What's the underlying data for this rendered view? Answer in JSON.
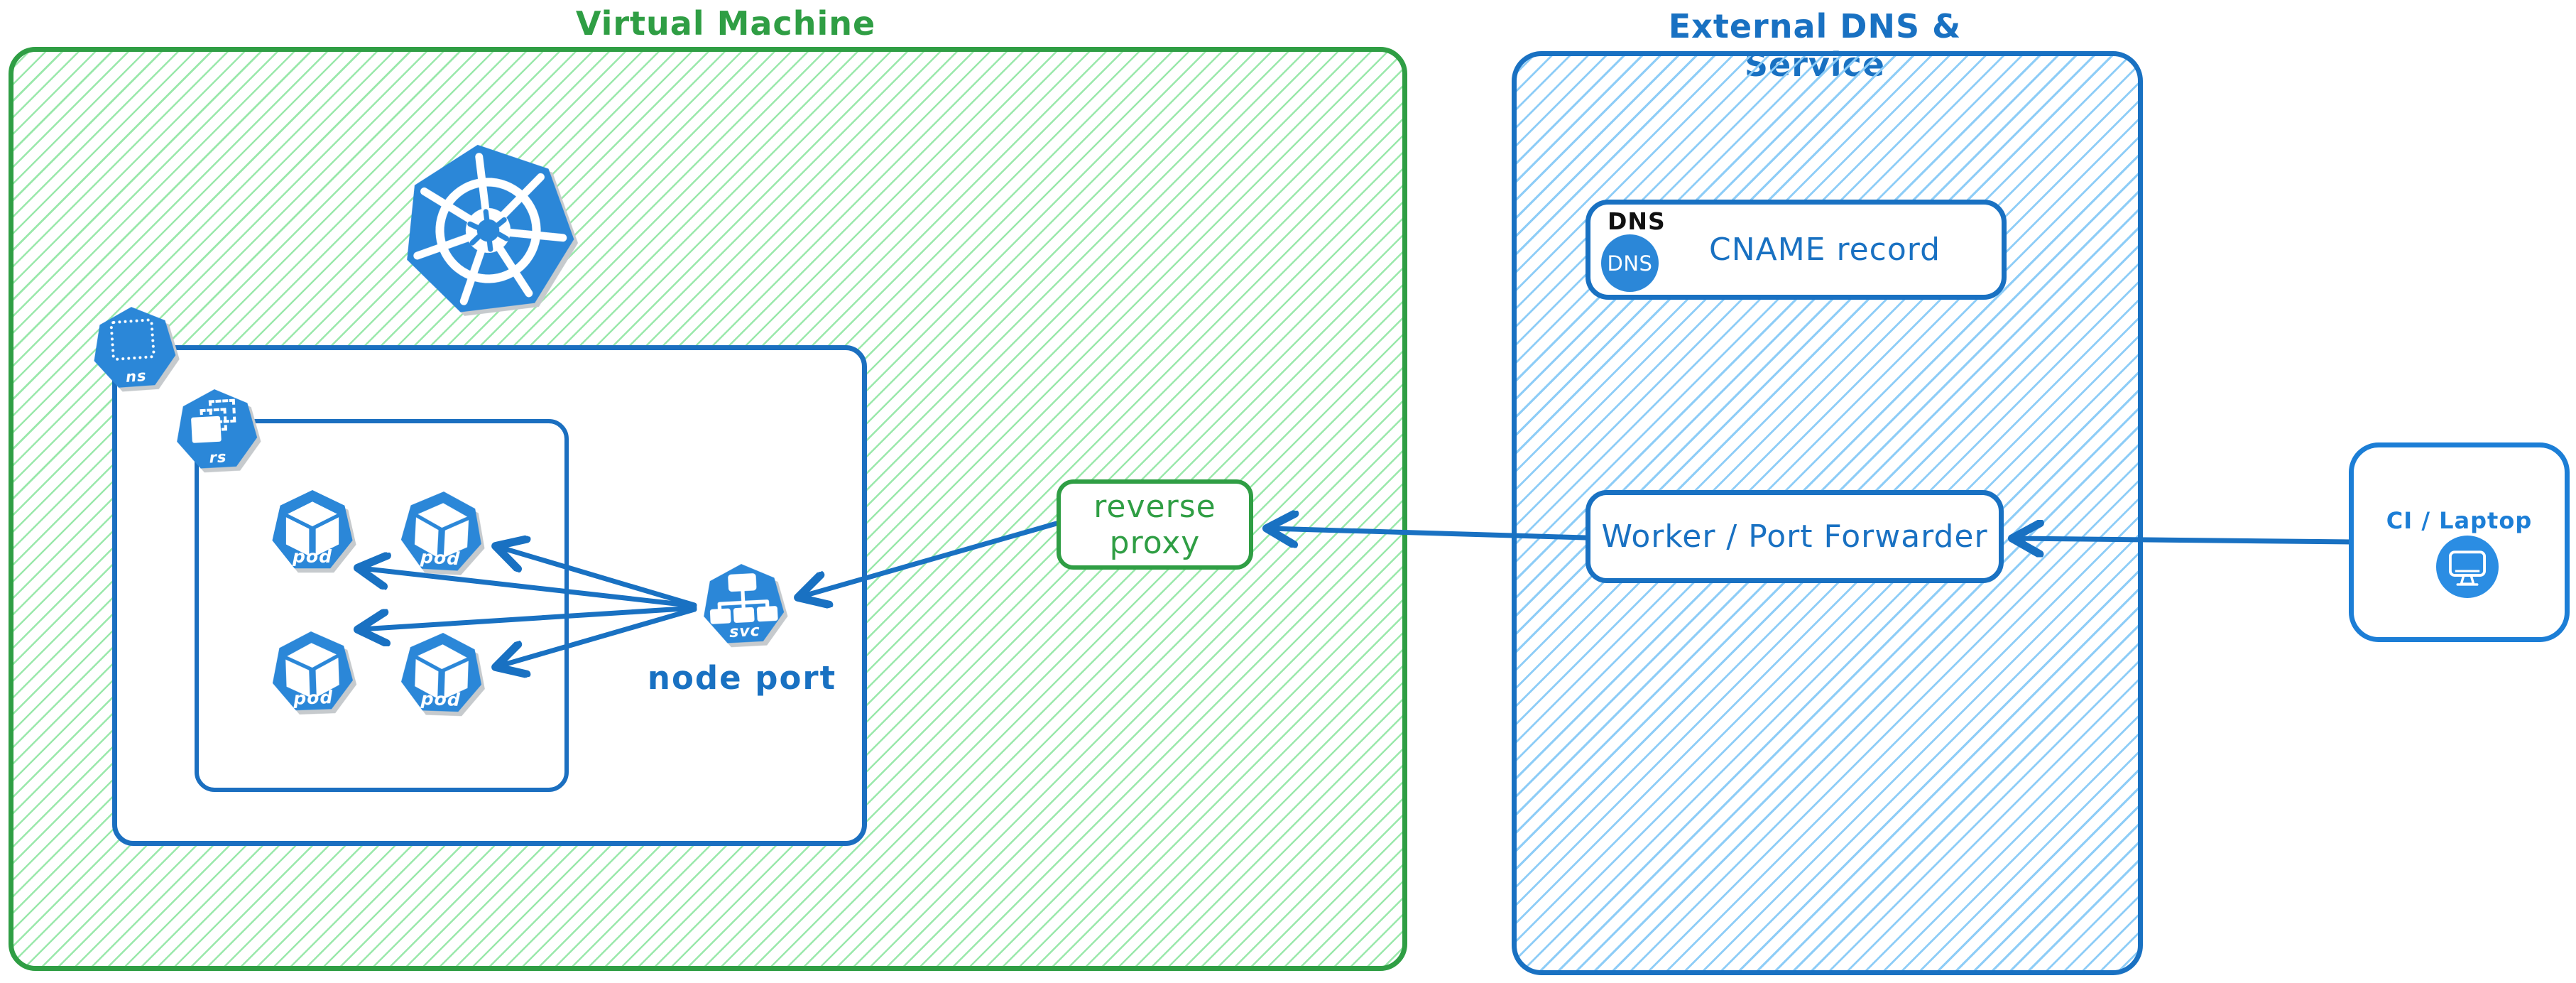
{
  "vm": {
    "title": "Virtual Machine",
    "accent_color": "#2f9e44",
    "hatch_color": "#9ae8ab",
    "kubernetes_logo": "kubernetes",
    "namespace_icon_label": "ns",
    "replicaset_icon_label": "rs",
    "pods": [
      {
        "label": "pod"
      },
      {
        "label": "pod"
      },
      {
        "label": "pod"
      },
      {
        "label": "pod"
      }
    ],
    "service": {
      "icon_label": "svc",
      "caption": "node port"
    },
    "reverse_proxy_label": "reverse proxy"
  },
  "external": {
    "title": "External DNS & Service",
    "accent_color": "#1971c2",
    "hatch_color": "#8ecdf7",
    "dns_card": {
      "tag": "DNS",
      "badge": "DNS",
      "record_label": "CNAME record"
    },
    "worker_label": "Worker / Port Forwarder"
  },
  "client": {
    "label": "CI / Laptop"
  },
  "colors": {
    "icon_blue": "#2b87d8",
    "arrow_blue": "#1971c2",
    "green_border": "#2f9e44",
    "blue_border": "#1971c2"
  }
}
